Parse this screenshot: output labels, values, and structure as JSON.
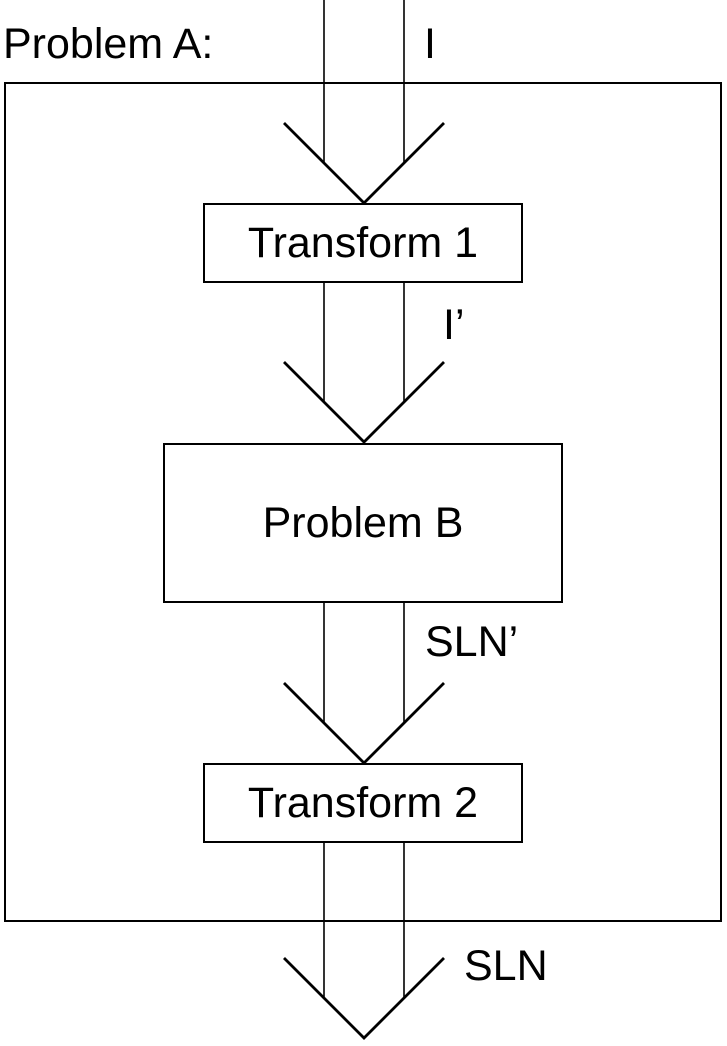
{
  "diagram": {
    "header_label": "Problem A:",
    "boxes": {
      "transform1": "Transform 1",
      "problem_b": "Problem B",
      "transform2": "Transform 2"
    },
    "labels": {
      "input": "I",
      "intermediate_input": "I’",
      "intermediate_solution": "SLN’",
      "solution": "SLN"
    },
    "colors": {
      "stroke": "#000000",
      "background": "#ffffff"
    }
  }
}
